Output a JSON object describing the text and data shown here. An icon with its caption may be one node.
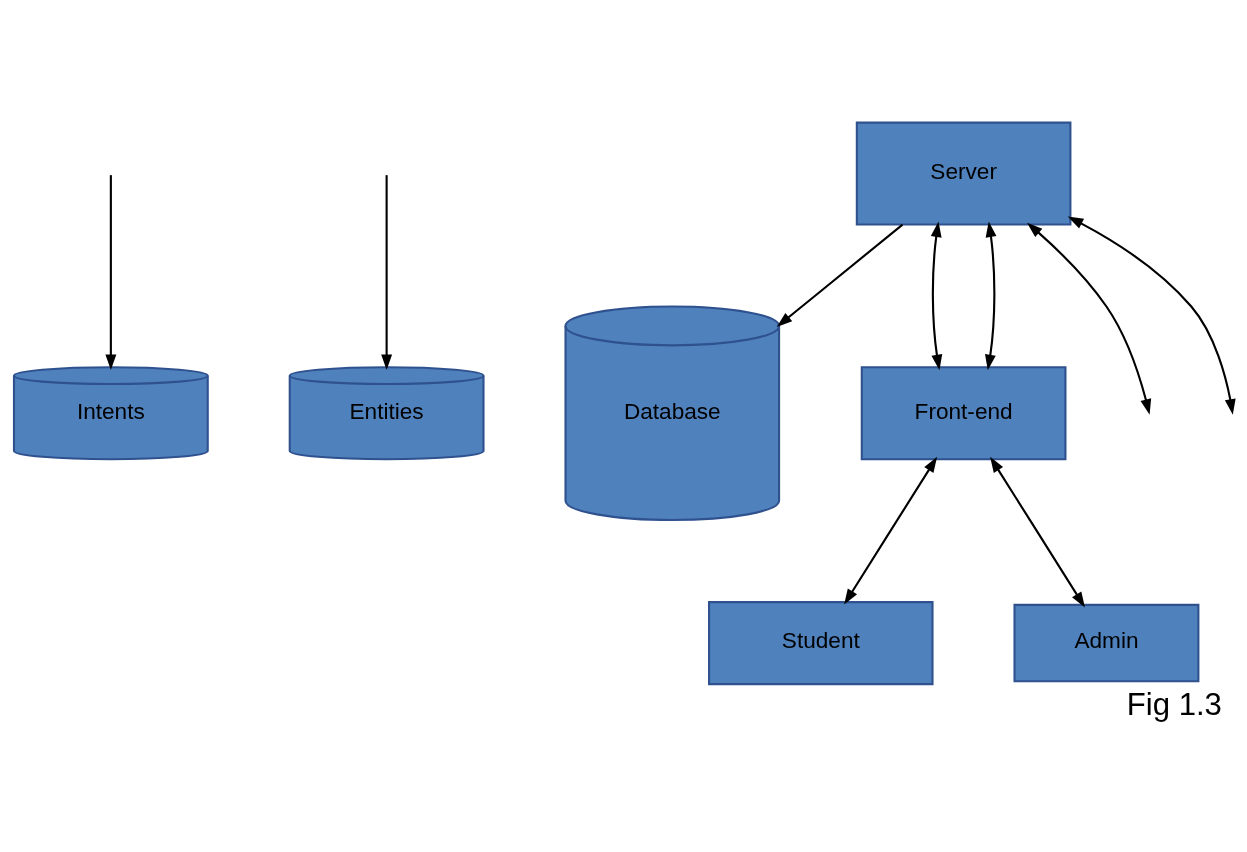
{
  "diagram": {
    "caption": "Fig 1.3",
    "nodes": [
      {
        "text": [
          "Intents"
        ]
      },
      {
        "text": [
          "Entities"
        ]
      },
      {
        "text": [
          "Database"
        ]
      },
      {
        "text": [
          "Server"
        ]
      },
      {
        "text": [
          "Front-end"
        ]
      },
      {
        "text": [
          "Student"
        ]
      },
      {
        "text": [
          "Admin"
        ]
      }
    ],
    "edges": [
      {
        "from": null,
        "to": 0,
        "arrow": "to"
      },
      {
        "from": null,
        "to": 1,
        "arrow": "to"
      },
      {
        "from": 3,
        "to": null,
        "arrow": "both"
      },
      {
        "from": 3,
        "to": null,
        "arrow": "both"
      },
      {
        "from": 3,
        "to": 2,
        "arrow": "to"
      },
      {
        "from": 3,
        "to": 4,
        "arrow": "both"
      },
      {
        "from": 3,
        "to": 4,
        "arrow": "both"
      },
      {
        "from": 4,
        "to": 5,
        "arrow": "both"
      },
      {
        "from": 4,
        "to": 6,
        "arrow": "both"
      }
    ]
  }
}
